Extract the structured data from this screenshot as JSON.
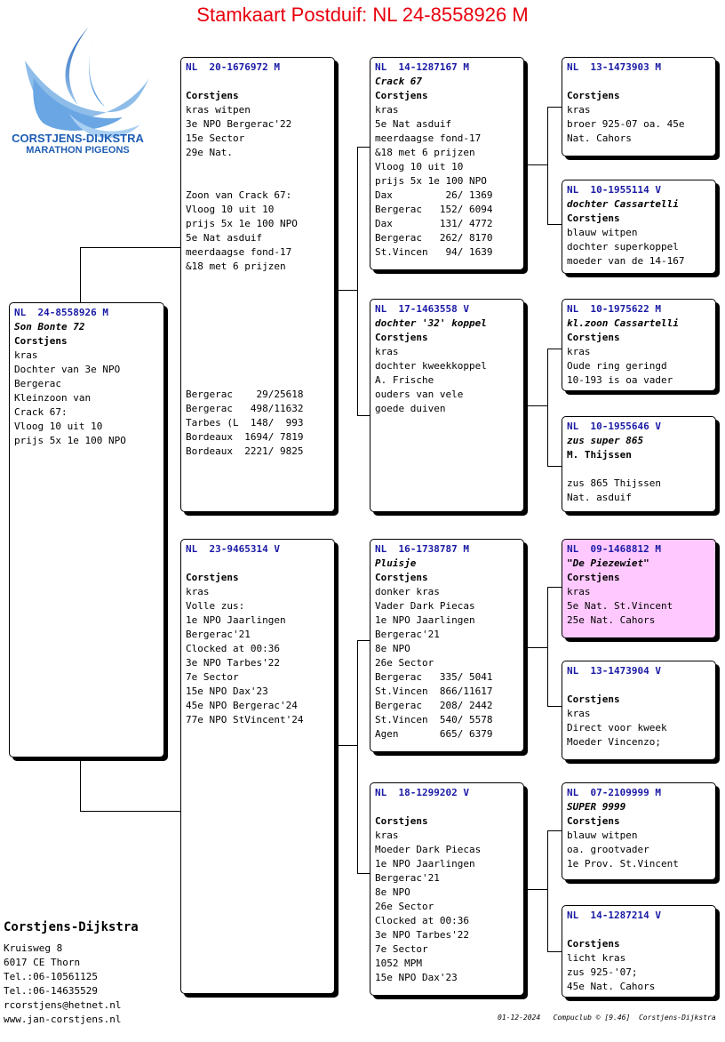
{
  "title": "Stamkaart Postduif: NL  24-8558926 M",
  "logo": {
    "line1": "CORSTJENS-DIJKSTRA",
    "line2": "MARATHON PIGEONS"
  },
  "cards": {
    "c1": {
      "ring": "NL  24-8558926 M",
      "name": "Son Bonte 72",
      "breeder": "Corstjens",
      "lines": [
        "kras",
        "Dochter van 3e NPO",
        "Bergerac",
        "Kleinzoon van",
        "Crack 67:",
        "Vloog 10 uit 10",
        "prijs 5x 1e 100 NPO"
      ]
    },
    "c2": {
      "ring": "NL  20-1676972 M",
      "name": "",
      "breeder": "Corstjens",
      "lines": [
        "kras witpen",
        "3e NPO Bergerac'22",
        "15e Sector",
        "29e Nat.",
        "",
        "",
        "Zoon van Crack 67:",
        "Vloog 10 uit 10",
        "prijs 5x 1e 100 NPO",
        "5e Nat asduif",
        "meerdaagse fond-17",
        "&18 met 6 prijzen",
        "",
        "",
        "",
        "",
        "",
        "",
        "",
        "",
        "Bergerac    29/25618",
        "Bergerac   498/11632",
        "Tarbes (L  148/  993",
        "Bordeaux  1694/ 7819",
        "Bordeaux  2221/ 9825"
      ]
    },
    "c3": {
      "ring": "NL  23-9465314 V",
      "name": "",
      "breeder": "Corstjens",
      "lines": [
        "kras",
        "Volle zus:",
        "1e NPO Jaarlingen",
        "Bergerac'21",
        "Clocked at 00:36",
        "3e NPO Tarbes'22",
        "7e Sector",
        "15e NPO Dax'23",
        "45e NPO Bergerac'24",
        "77e NPO StVincent'24"
      ]
    },
    "c4": {
      "ring": "NL  14-1287167 M",
      "name": "Crack 67",
      "breeder": "Corstjens",
      "lines": [
        "kras",
        "5e Nat asduif",
        "meerdaagse fond-17",
        "&18 met 6 prijzen",
        "Vloog 10 uit 10",
        "prijs 5x 1e 100 NPO",
        "Dax         26/ 1369",
        "Bergerac   152/ 6094",
        "Dax        131/ 4772",
        "Bergerac   262/ 8170",
        "St.Vincen   94/ 1639"
      ]
    },
    "c5": {
      "ring": "NL  17-1463558 V",
      "name": "dochter '32' koppel",
      "breeder": "Corstjens",
      "lines": [
        "kras",
        "dochter kweekkoppel",
        "A. Frische",
        "ouders van vele",
        "goede duiven"
      ]
    },
    "c6": {
      "ring": "NL  16-1738787 M",
      "name": "Pluisje",
      "breeder": "Corstjens",
      "lines": [
        "donker kras",
        "Vader Dark Piecas",
        "1e NPO Jaarlingen",
        "Bergerac'21",
        "8e NPO",
        "26e Sector",
        "Bergerac   335/ 5041",
        "St.Vincen  866/11617",
        "Bergerac   208/ 2442",
        "St.Vincen  540/ 5578",
        "Agen       665/ 6379"
      ]
    },
    "c7": {
      "ring": "NL  18-1299202 V",
      "name": "",
      "breeder": "Corstjens",
      "lines": [
        "kras",
        "Moeder Dark Piecas",
        "1e NPO Jaarlingen",
        "Bergerac'21",
        "8e NPO",
        "26e Sector",
        "Clocked at 00:36",
        "3e NPO Tarbes'22",
        "7e Sector",
        "1052 MPM",
        "15e NPO Dax'23"
      ]
    },
    "c8": {
      "ring": "NL  13-1473903 M",
      "name": "",
      "breeder": "Corstjens",
      "lines": [
        "kras",
        "broer 925-07 oa. 45e",
        "Nat. Cahors"
      ]
    },
    "c9": {
      "ring": "NL  10-1955114 V",
      "name": "dochter Cassartelli",
      "breeder": "Corstjens",
      "lines": [
        "blauw witpen",
        "dochter superkoppel",
        "moeder van de 14-167"
      ]
    },
    "c10": {
      "ring": "NL  10-1975622 M",
      "name": "kl.zoon Cassartelli",
      "breeder": "Corstjens",
      "lines": [
        "kras",
        "Oude ring geringd",
        "10-193 is oa vader"
      ]
    },
    "c11": {
      "ring": "NL  10-1955646 V",
      "name": "zus super 865",
      "breeder": "M. Thijssen",
      "lines": [
        "",
        "zus 865 Thijssen",
        "Nat. asduif"
      ]
    },
    "c12": {
      "ring": "NL  09-1468812 M",
      "name": "\"De Piezewiet\"",
      "breeder": "Corstjens",
      "lines": [
        "kras",
        "5e Nat. St.Vincent",
        "25e Nat. Cahors"
      ]
    },
    "c13": {
      "ring": "NL  13-1473904 V",
      "name": "",
      "breeder": "Corstjens",
      "lines": [
        "kras",
        "Direct voor kweek",
        "Moeder Vincenzo;"
      ]
    },
    "c14": {
      "ring": "NL  07-2109999 M",
      "name": "SUPER 9999",
      "breeder": "Corstjens",
      "lines": [
        "blauw witpen",
        "oa. grootvader",
        "1e Prov. St.Vincent"
      ]
    },
    "c15": {
      "ring": "NL  14-1287214 V",
      "name": "",
      "breeder": "Corstjens",
      "lines": [
        "licht kras",
        "zus 925-'07;",
        "45e Nat. Cahors"
      ]
    }
  },
  "footer": {
    "name": "Corstjens-Dijkstra",
    "lines": [
      "Kruisweg 8",
      "6017 CE  Thorn",
      "Tel.:06-10561125",
      "Tel.:06-14635529",
      "rcorstjens@hetnet.nl",
      "www.jan-corstjens.nl"
    ],
    "right": "01-12-2024   Compuclub © [9.46]  Corstjens-Dijkstra"
  }
}
